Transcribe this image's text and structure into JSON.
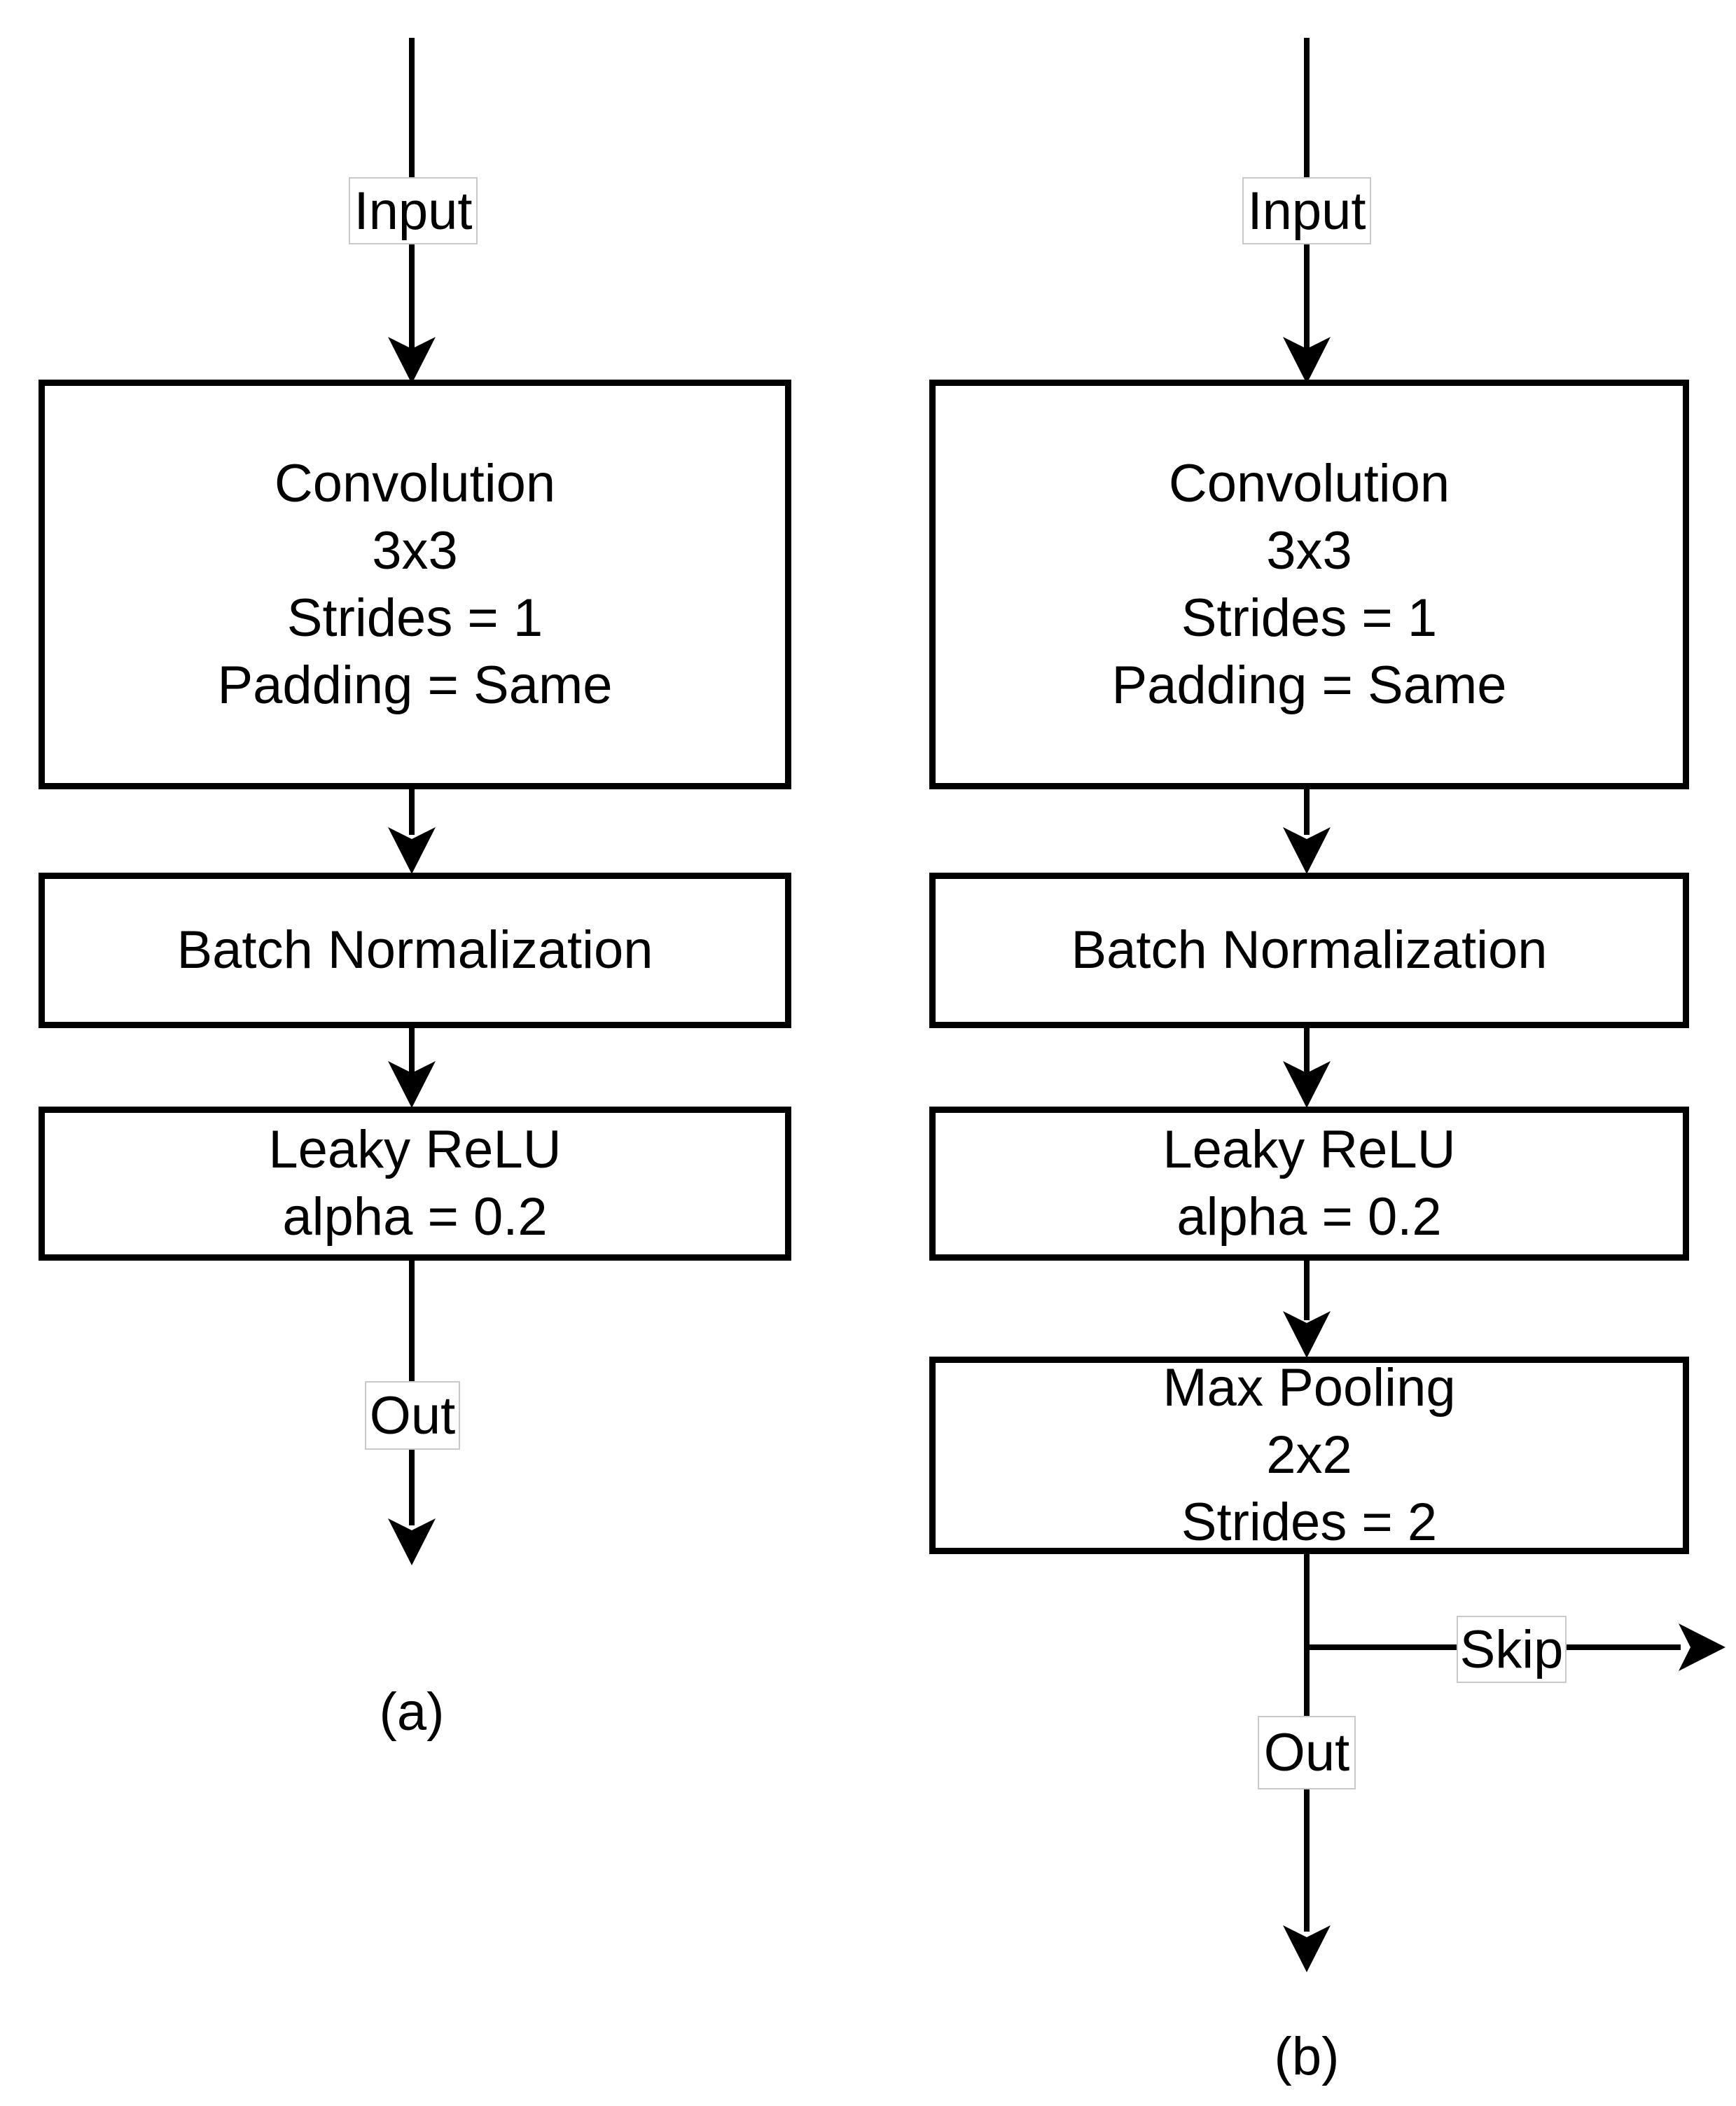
{
  "figure": {
    "colors": {
      "background": "#ffffff",
      "stroke": "#000000",
      "label_border": "#c9c9c9"
    },
    "labels": {
      "input_a": "Input",
      "input_b": "Input",
      "out_a": "Out",
      "out_b": "Out",
      "skip": "Skip",
      "caption_a": "(a)",
      "caption_b": "(b)"
    },
    "block_a": {
      "conv": [
        "Convolution",
        "3x3",
        "Strides = 1",
        "Padding = Same"
      ],
      "batch_norm": [
        "Batch Normalization"
      ],
      "leaky_relu": [
        "Leaky ReLU",
        "alpha = 0.2"
      ]
    },
    "block_b": {
      "conv": [
        "Convolution",
        "3x3",
        "Strides = 1",
        "Padding = Same"
      ],
      "batch_norm": [
        "Batch Normalization"
      ],
      "leaky_relu": [
        "Leaky ReLU",
        "alpha = 0.2"
      ],
      "max_pool": [
        "Max Pooling",
        "2x2",
        "Strides = 2"
      ]
    }
  }
}
